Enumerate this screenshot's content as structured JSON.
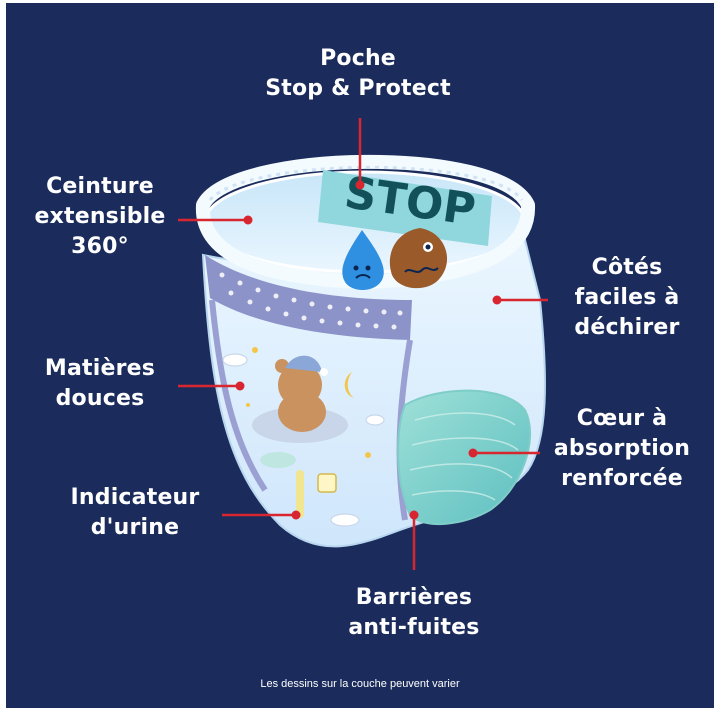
{
  "labels": {
    "poche": "Poche\nStop & Protect",
    "ceinture": "Ceinture\nextensible\n360°",
    "cotes": "Côtés\nfaciles à\ndéchirer",
    "matieres": "Matières\ndouces",
    "coeur": "Cœur à\nabsorption\nrenforcée",
    "indicateur": "Indicateur\nd'urine",
    "barrieres": "Barrières\nanti-fuites"
  },
  "stop_text": "STOP",
  "footer": "Les dessins sur la couche peuvent varier",
  "colors": {
    "background": "#1b2c5c",
    "pointer": "#d7262f",
    "diaper": "#dcefff",
    "waistband": "#8c93c8",
    "stop_card": "#8fd7dc"
  }
}
